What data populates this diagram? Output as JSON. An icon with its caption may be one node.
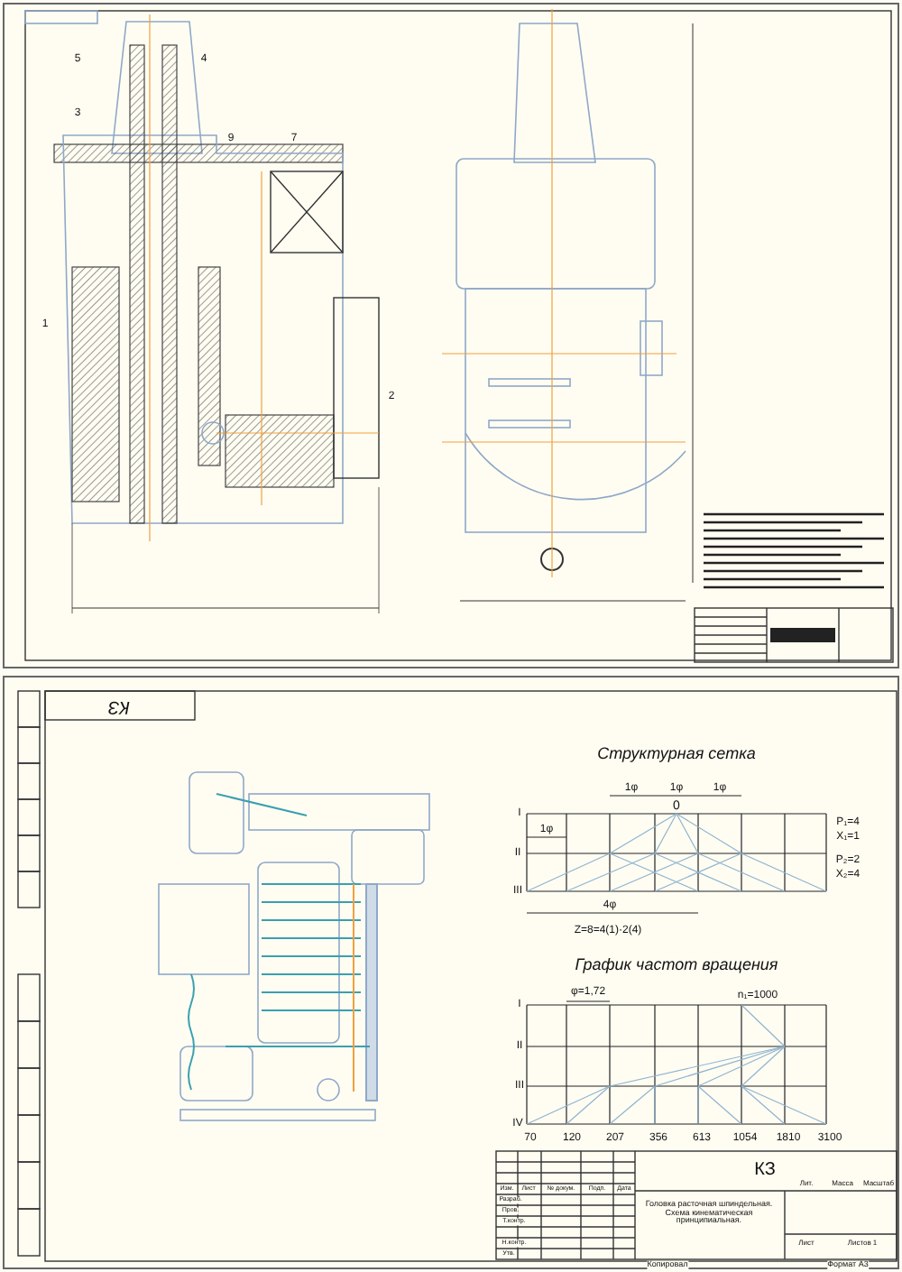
{
  "diagram": {
    "labels": [
      "5",
      "4",
      "3",
      "9",
      "7",
      "1",
      "2",
      "КЗ",
      "Структурная сетка",
      "1φ",
      "1φ",
      "1φ",
      "0",
      "I",
      "1φ",
      "P₁=4",
      "X₁=1",
      "II",
      "P₂=2",
      "X₂=4",
      "III",
      "4φ",
      "Z=8=4(1)·2(4)",
      "График частот вращения",
      "φ=1,72",
      "n₁=1000",
      "I",
      "II",
      "III",
      "IV",
      "70",
      "120",
      "207",
      "356",
      "613",
      "1054",
      "1810",
      "3100",
      "КЗ",
      "Изм.",
      "Лист",
      "№ докум.",
      "Подп.",
      "Дата",
      "Разраб.",
      "Пров.",
      "Т.контр.",
      "Н.контр.",
      "Утв.",
      "Головка расточная шпиндельная. Схема кинематическая принципиальная.",
      "Лит.",
      "Масса",
      "Масштаб",
      "Лист",
      "Листов 1",
      "Копировал",
      "Формат A3"
    ]
  }
}
